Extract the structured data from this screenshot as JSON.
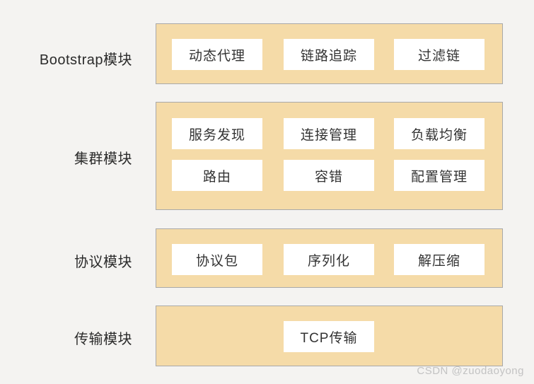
{
  "colors": {
    "page_bg": "#f4f3f1",
    "band_fill": "#f5dba8",
    "band_border": "#a9a9a9",
    "box_fill": "#ffffff",
    "text_color": "#333333",
    "label_color": "#2b2b2b",
    "watermark_color": "#c3c3c3"
  },
  "diagram": {
    "rows": [
      {
        "label": "Bootstrap模块",
        "cells": [
          [
            "动态代理",
            "链路追踪",
            "过滤链"
          ]
        ]
      },
      {
        "label": "集群模块",
        "cells": [
          [
            "服务发现",
            "连接管理",
            "负载均衡"
          ],
          [
            "路由",
            "容错",
            "配置管理"
          ]
        ]
      },
      {
        "label": "协议模块",
        "cells": [
          [
            "协议包",
            "序列化",
            "解压缩"
          ]
        ]
      },
      {
        "label": "传输模块",
        "cells": [
          [
            "TCP传输"
          ]
        ]
      }
    ]
  },
  "watermark": {
    "text": "CSDN @zuodaoyong"
  }
}
